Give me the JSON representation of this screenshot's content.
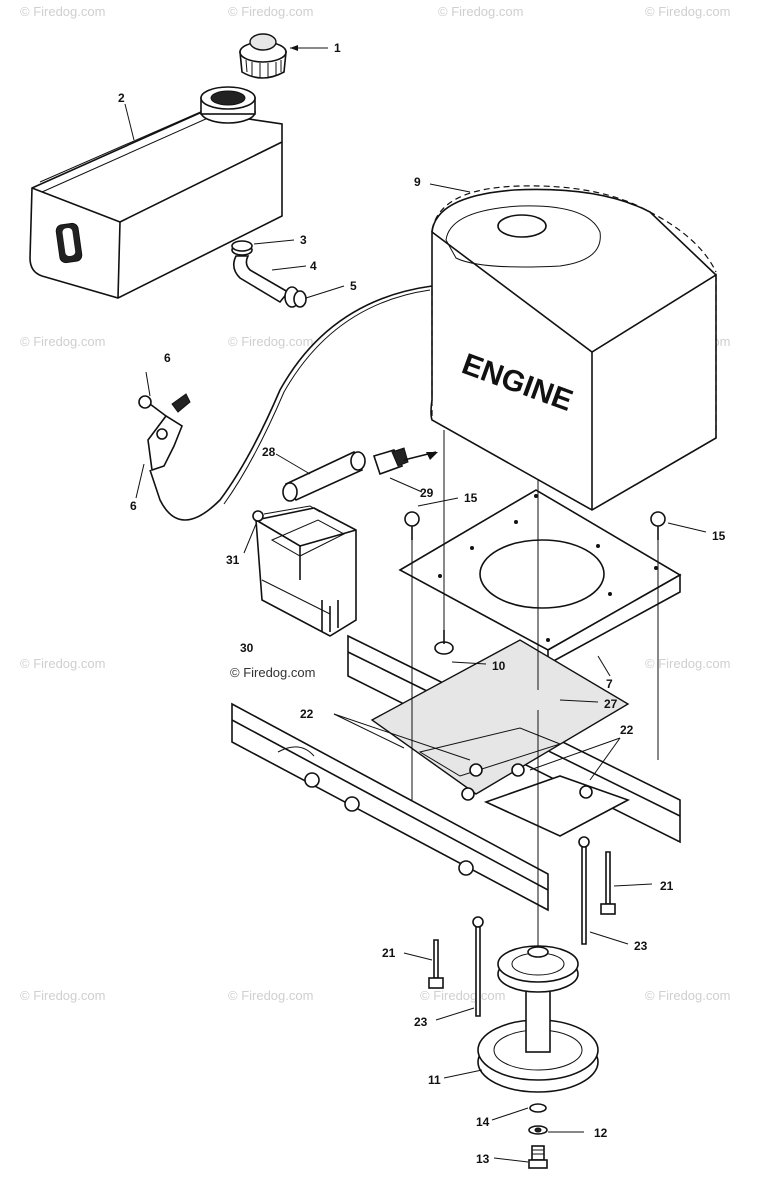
{
  "watermark": "© Firedog.com",
  "engine_label": "ENGINE",
  "callouts": [
    "1",
    "2",
    "3",
    "4",
    "5",
    "6",
    "6",
    "9",
    "28",
    "29",
    "15",
    "15",
    "31",
    "30",
    "10",
    "7",
    "27",
    "22",
    "22",
    "21",
    "23",
    "21",
    "23",
    "11",
    "14",
    "12",
    "13"
  ]
}
